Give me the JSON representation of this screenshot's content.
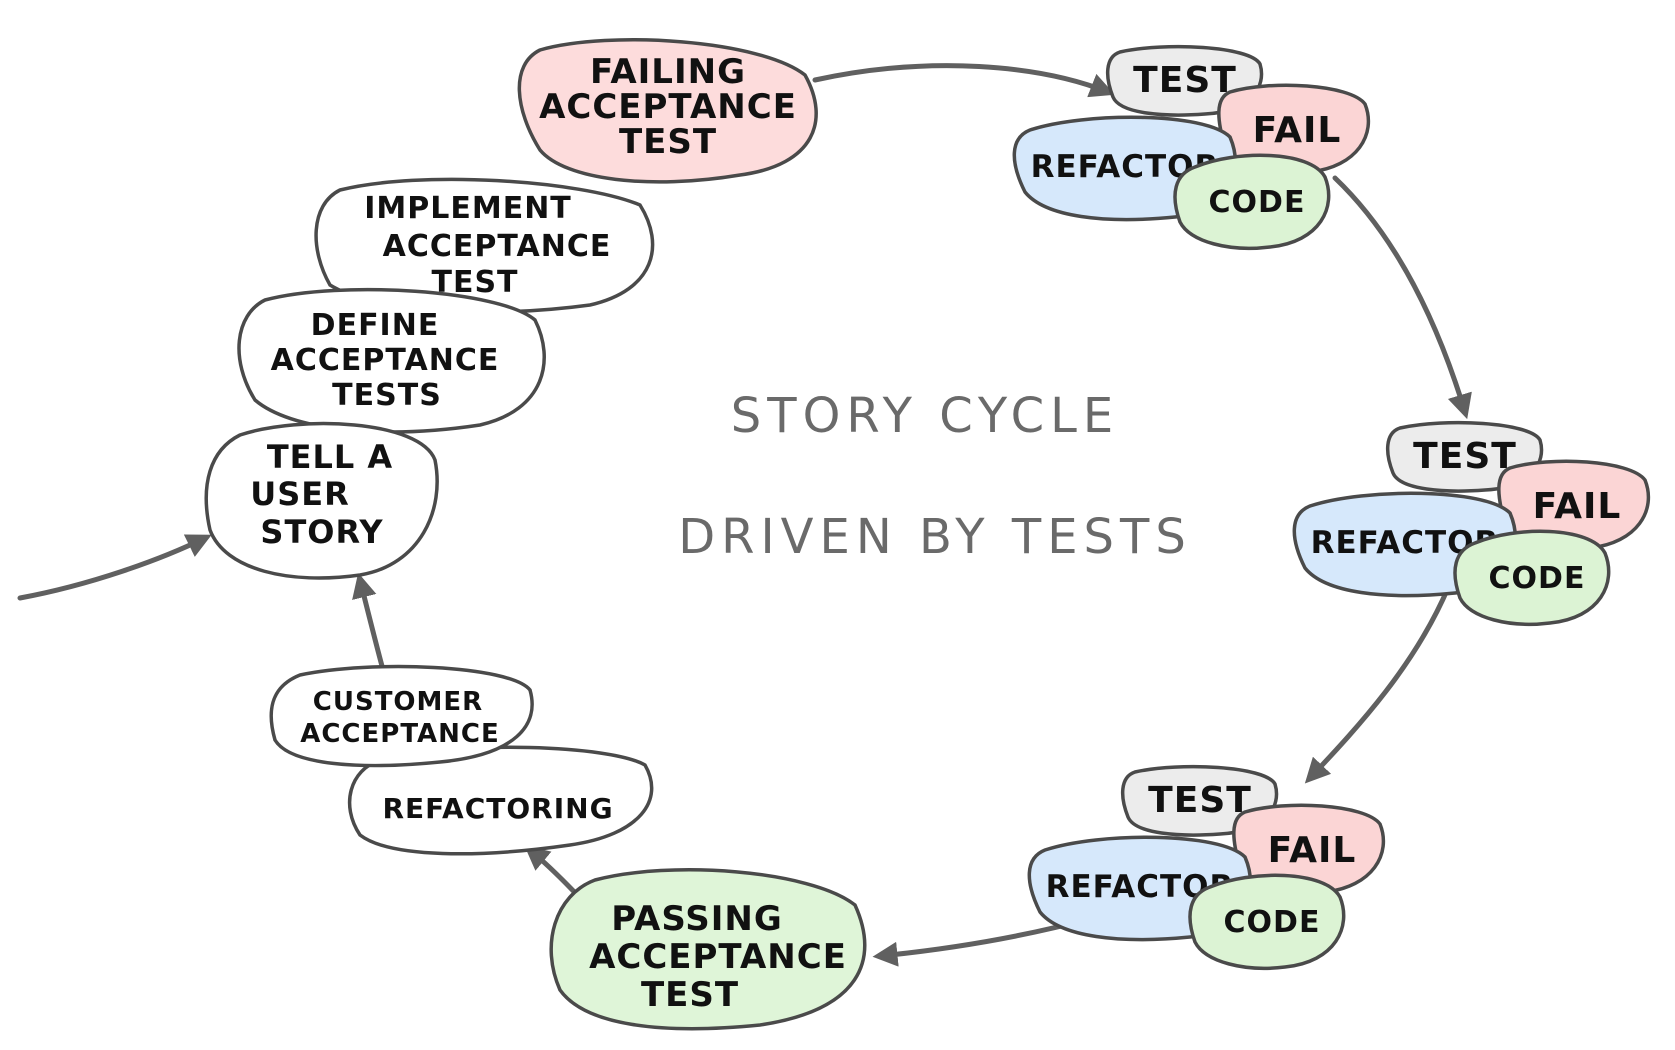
{
  "center": {
    "line1": "STORY CYCLE",
    "line2": "DRIVEN BY TESTS"
  },
  "story_steps": {
    "failing": [
      "FAILING",
      "ACCEPTANCE",
      "TEST"
    ],
    "implement": [
      "IMPLEMENT",
      "ACCEPTANCE",
      "TEST"
    ],
    "define": [
      "DEFINE",
      "ACCEPTANCE",
      "TESTS"
    ],
    "tell": [
      "TELL A",
      "USER",
      "STORY"
    ],
    "customer": [
      "CUSTOMER",
      "ACCEPTANCE"
    ],
    "refactoring": "REFACTORING",
    "passing": [
      "PASSING",
      "ACCEPTANCE",
      "TEST"
    ]
  },
  "tdd_cycle": {
    "test": "TEST",
    "fail": "FAIL",
    "refactor": "REFACTOR",
    "code": "CODE"
  },
  "colors": {
    "failing_fill": "#fddcdc",
    "failing_stroke": "#c0171c",
    "passing_fill": "#dff5d8",
    "passing_stroke": "#2a9a2a",
    "test_fill": "#ececec",
    "test_text": "#198a19",
    "fail_fill": "#fbd5d5",
    "fail_text": "#c0171c",
    "refactor_fill": "#d6e8fb",
    "refactor_text": "#1d2d8c",
    "code_fill": "#dcf3d4",
    "code_text": "#111111",
    "arrow": "#606060",
    "center_text": "#6a6a6a"
  }
}
